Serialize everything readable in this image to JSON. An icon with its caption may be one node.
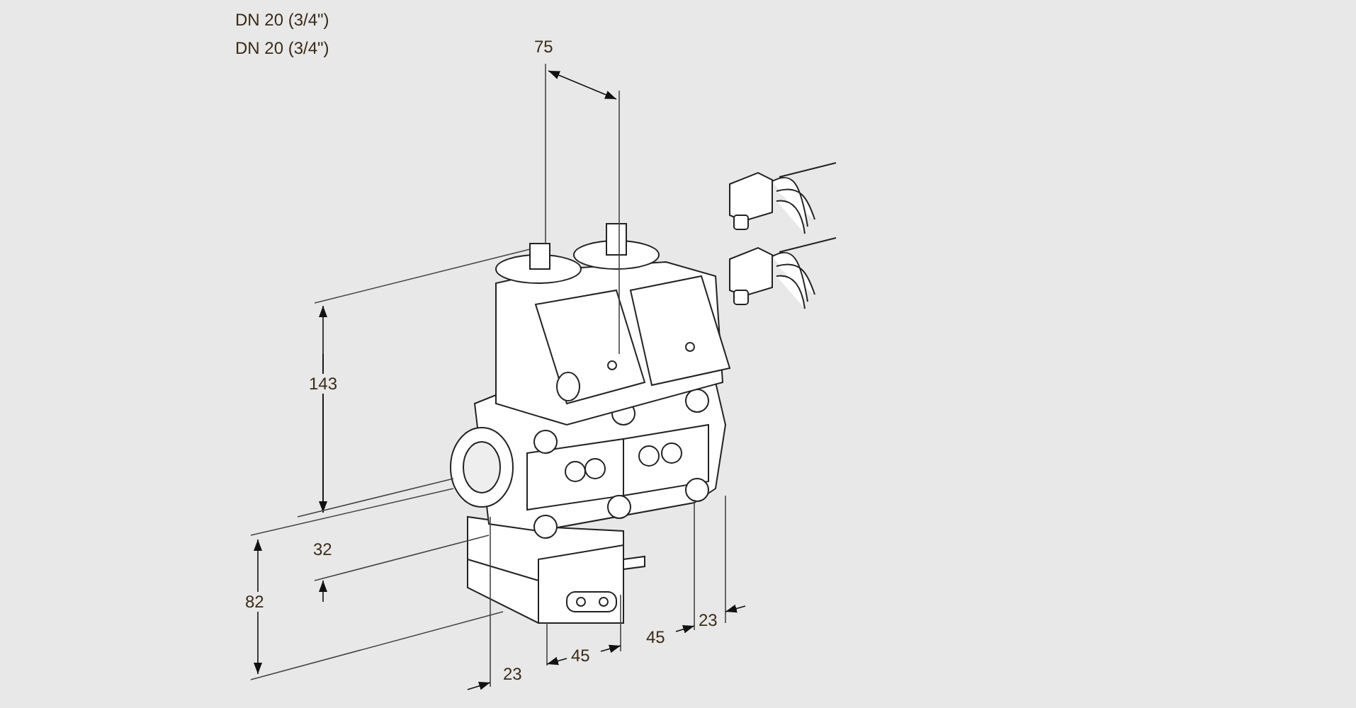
{
  "diagram": {
    "labels": [
      "DN 20 (3/4\")",
      "DN 20 (3/4\")",
      "75",
      "143",
      "32",
      "82",
      "23",
      "45",
      "45",
      "23"
    ]
  }
}
